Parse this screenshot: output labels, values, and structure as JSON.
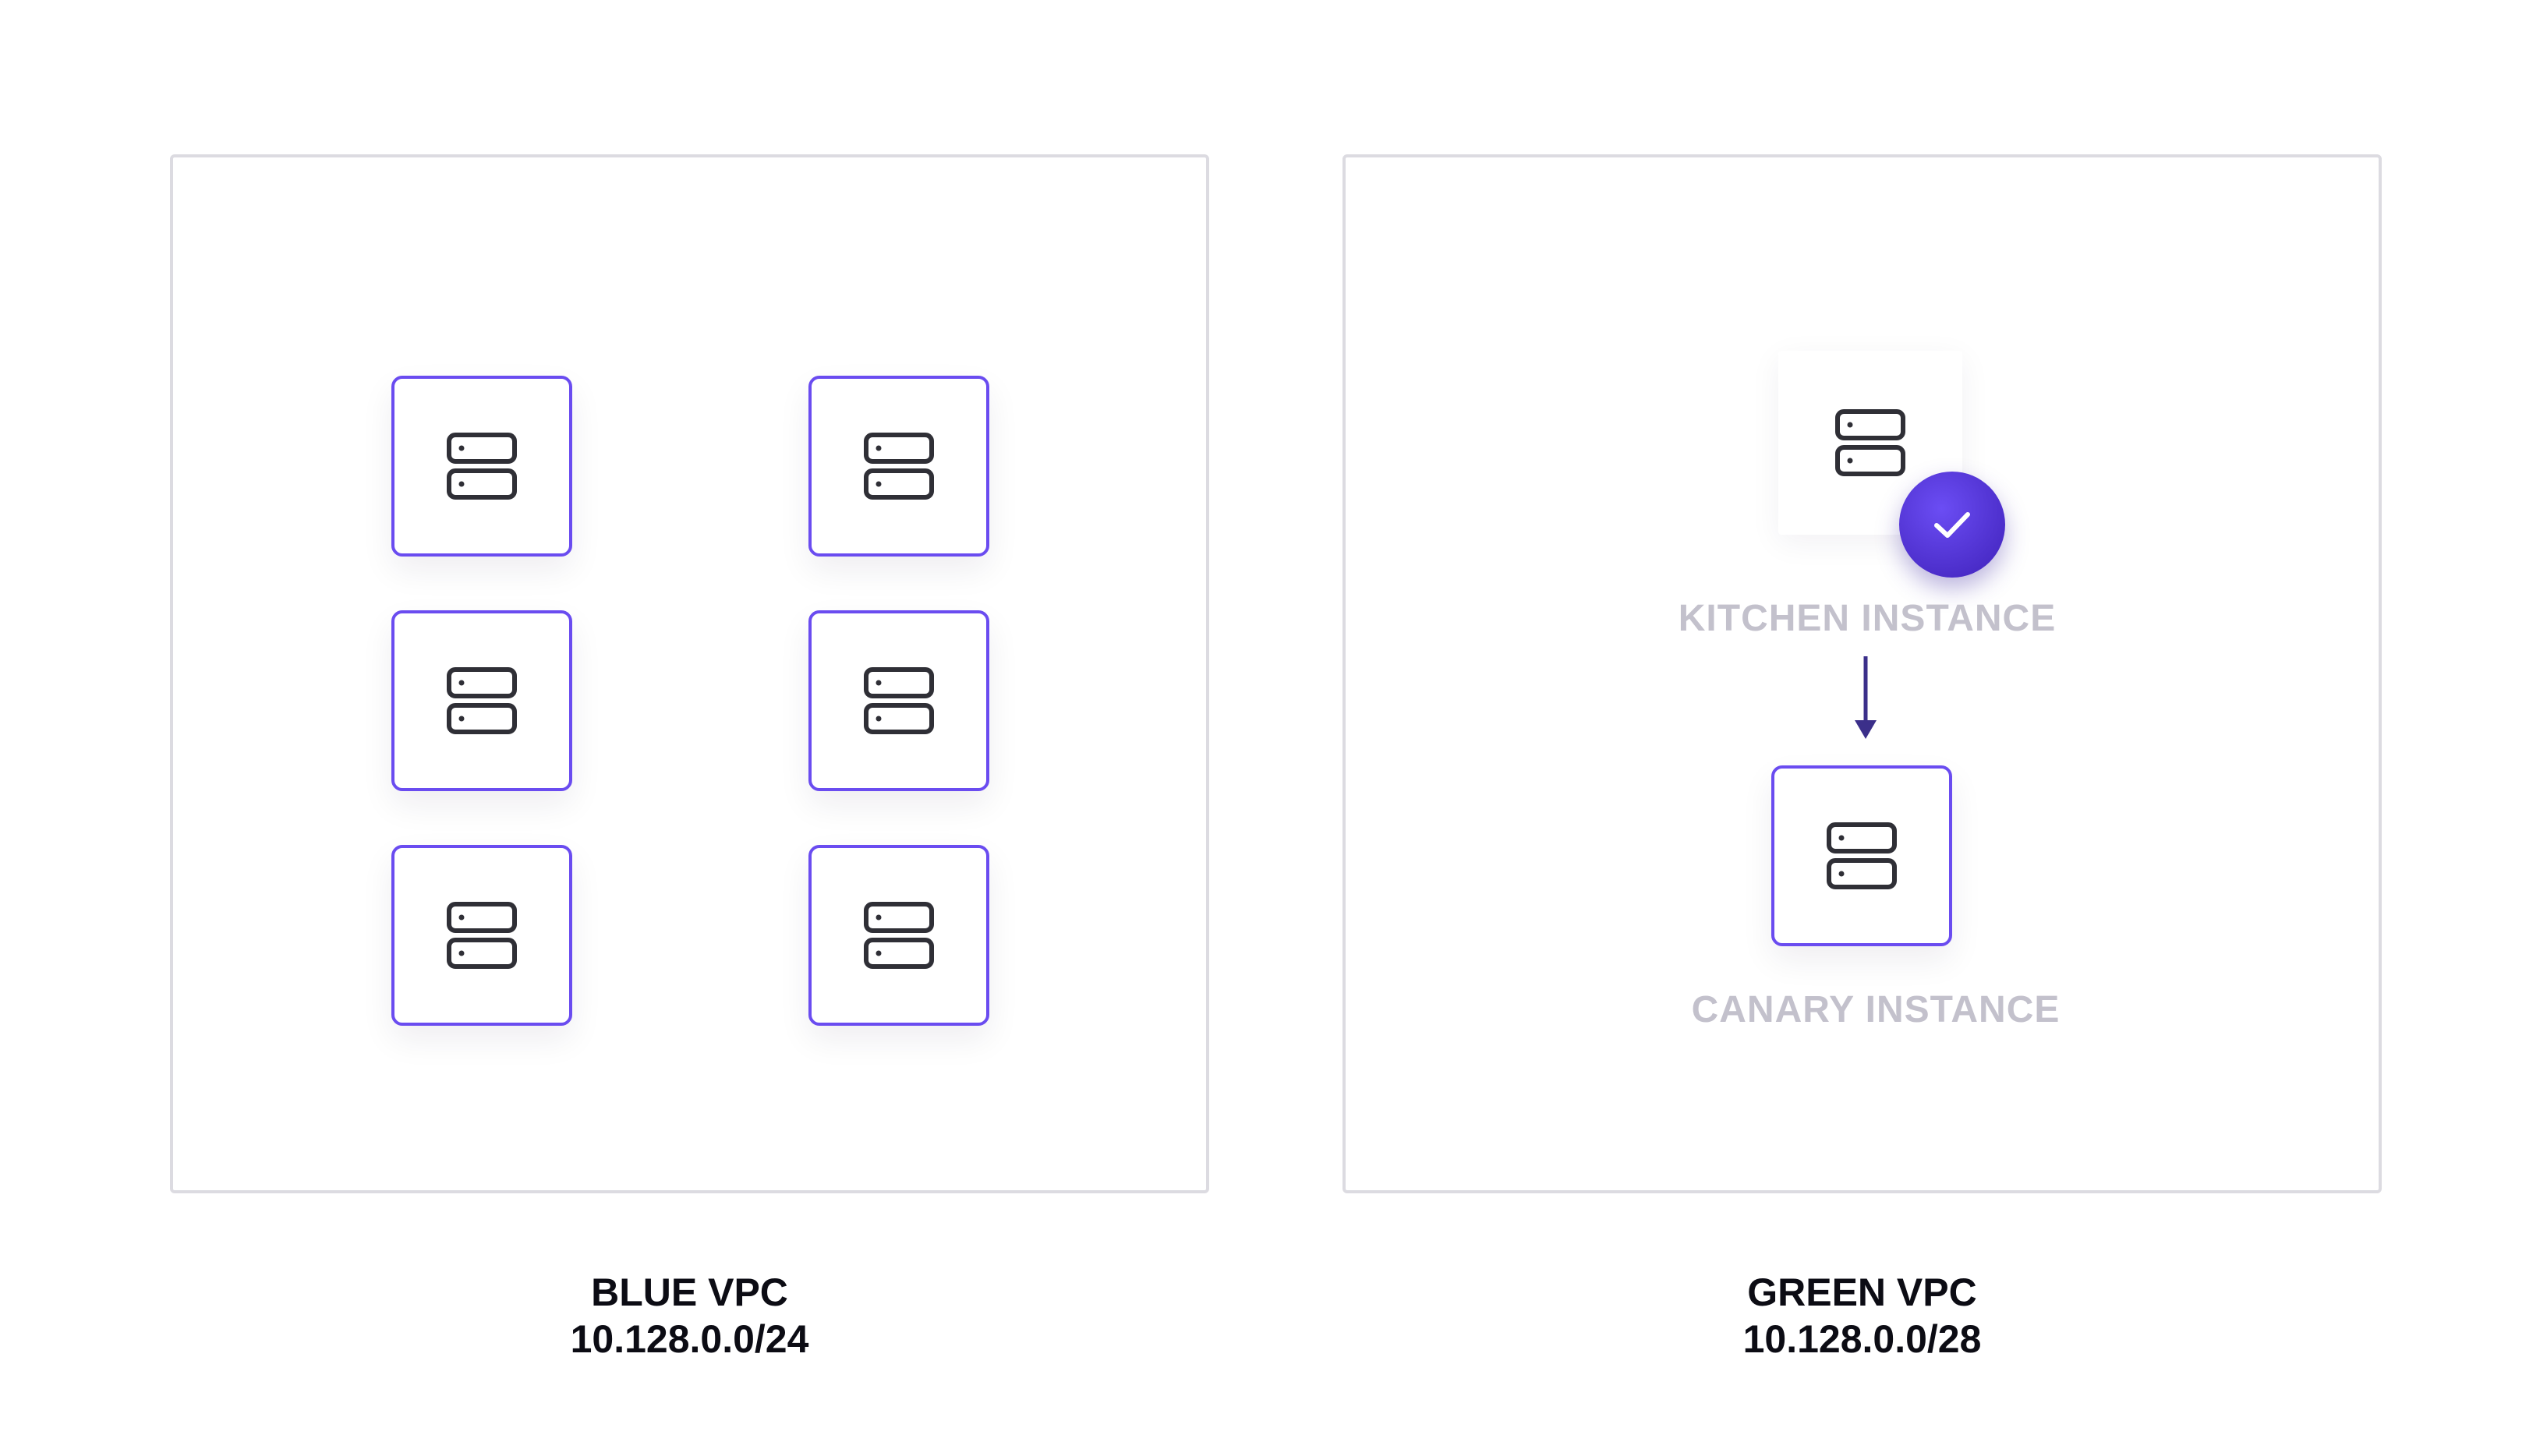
{
  "blue_vpc": {
    "name": "BLUE VPC",
    "cidr": "10.128.0.0/24",
    "instance_count": 6,
    "icon": "server-icon"
  },
  "green_vpc": {
    "name": "GREEN VPC",
    "cidr": "10.128.0.0/28",
    "kitchen_label": "KITCHEN INSTANCE",
    "canary_label": "CANARY INSTANCE",
    "badge_icon": "check-icon",
    "icon": "server-icon"
  },
  "colors": {
    "accent": "#6a4cf0",
    "badge": "#4f31d1",
    "label_muted": "#c3c1cc",
    "panel_border": "#dcdbe1",
    "caption": "#0c0c14",
    "arrow": "#3b2f8a"
  }
}
